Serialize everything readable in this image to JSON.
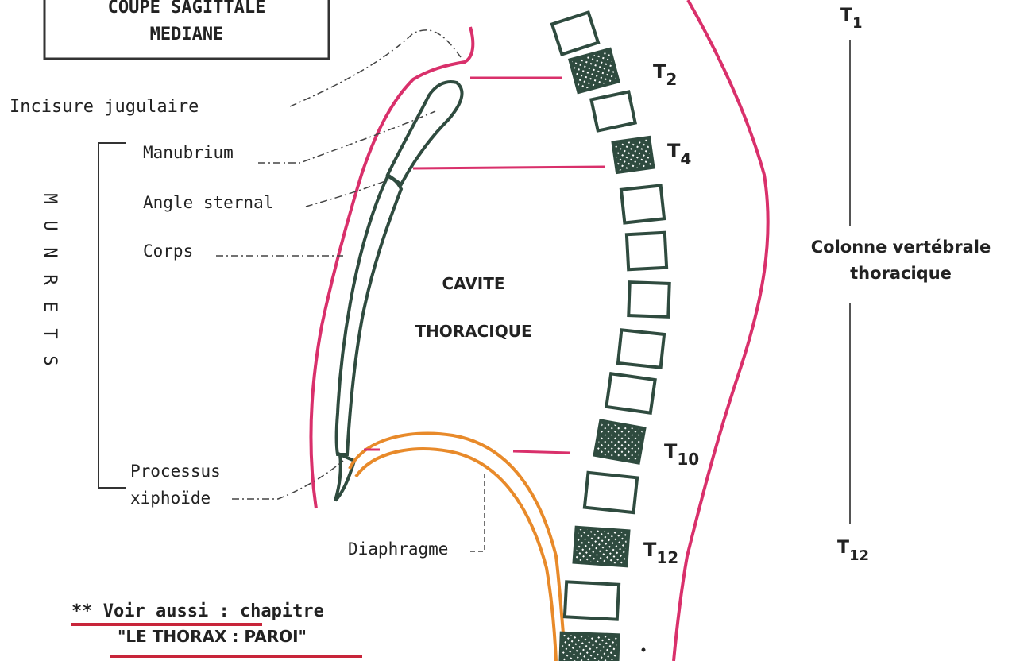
{
  "title_box": {
    "line1": "COUPE SAGITTALE",
    "line2": "MEDIANE"
  },
  "labels": {
    "incisure": "Incisure  jugulaire",
    "manubrium": "Manubrium",
    "angle": "Angle sternal",
    "corps": "Corps",
    "processus_1": "Processus",
    "processus_2": "xiphoïde",
    "diaphragme": "Diaphragme",
    "sternum_letters": [
      "S",
      "T",
      "E",
      "R",
      "N",
      "U",
      "M"
    ]
  },
  "cavity": {
    "line1": "CAVITE",
    "line2": "THORACIQUE"
  },
  "vertebra_labels": {
    "t1": {
      "letter": "T",
      "sub": "1"
    },
    "t2": {
      "letter": "T",
      "sub": "2"
    },
    "t4": {
      "letter": "T",
      "sub": "4"
    },
    "t10": {
      "letter": "T",
      "sub": "10"
    },
    "t12": {
      "letter": "T",
      "sub": "12"
    },
    "t12_right": {
      "letter": "T",
      "sub": "12"
    }
  },
  "spine_label": {
    "line1": "Colonne vertébrale",
    "line2": "thoracique"
  },
  "note": {
    "stars": "**",
    "voir": "Voir aussi",
    "rest": " : chapitre",
    "chapter": "\"LE THORAX : PAROI\""
  },
  "colors": {
    "outline_pink": "#d9306b",
    "sternum_green": "#2f4b3f",
    "diaphragm_orange": "#e88a2a",
    "underline_red": "#c8253a",
    "ink": "#222222"
  }
}
